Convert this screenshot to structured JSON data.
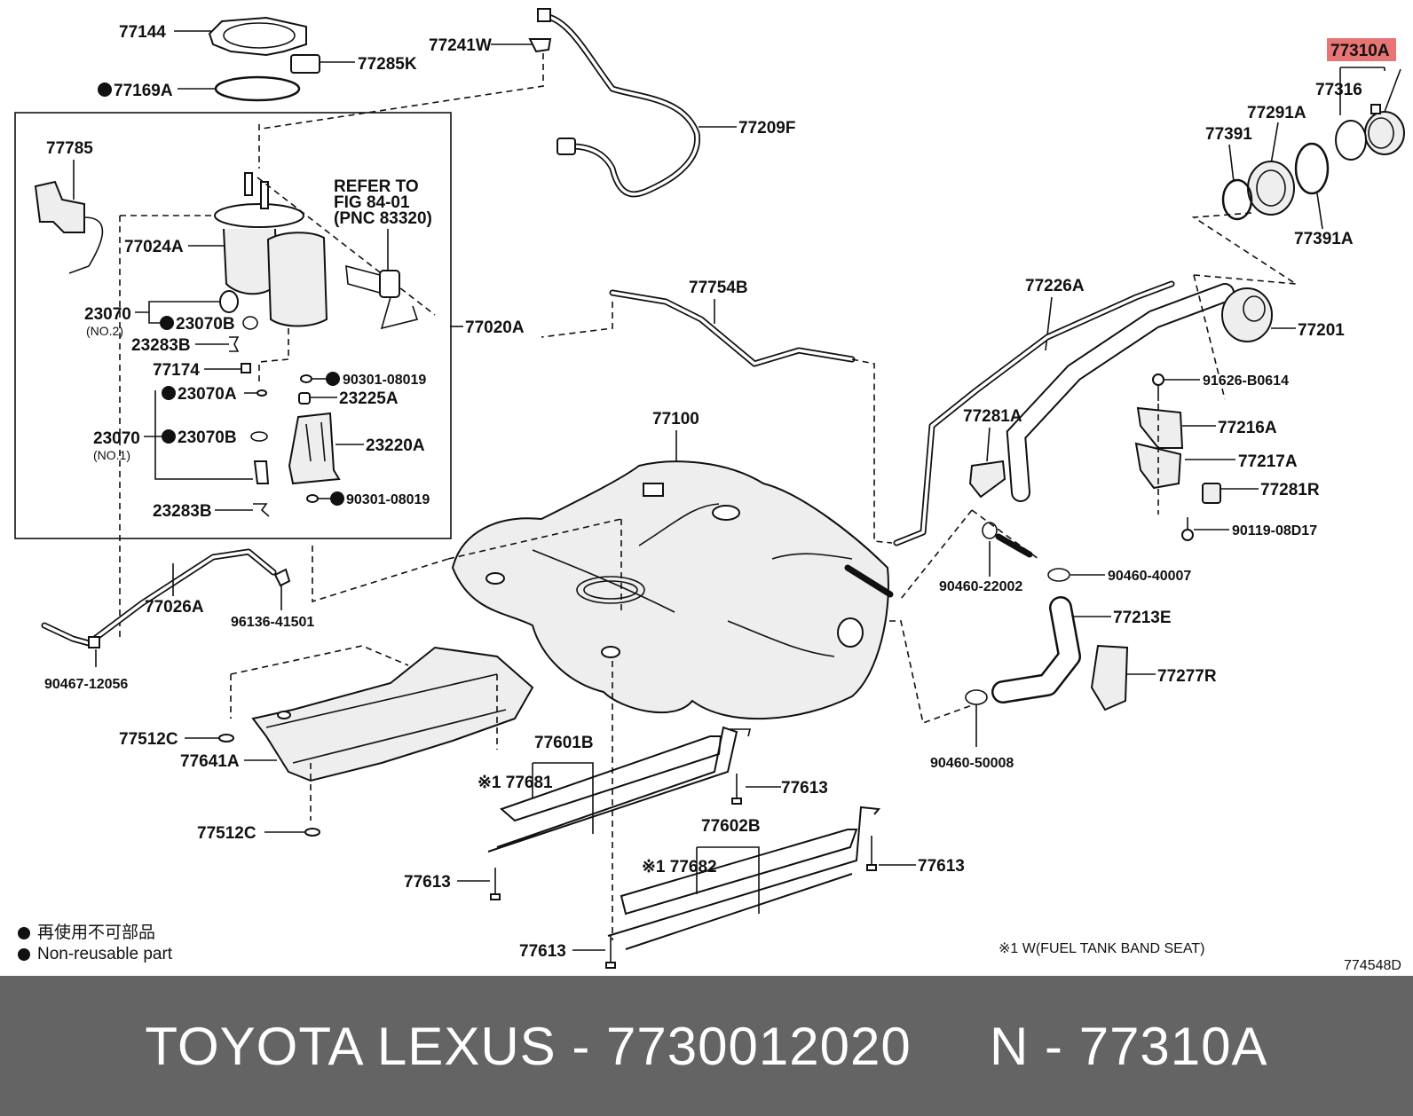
{
  "diagram": {
    "labels": {
      "p77144": "77144",
      "p77285K": "77285K",
      "p77169A": "77169A",
      "p77241W": "77241W",
      "p77209F": "77209F",
      "p77310A": "77310A",
      "p77316": "77316",
      "p77291A": "77291A",
      "p77391": "77391",
      "p77391A": "77391A",
      "p77785": "77785",
      "p77024A": "77024A",
      "refer1": "REFER TO",
      "refer2": "FIG 84-01",
      "refer3": "(PNC 83320)",
      "p77020A": "77020A",
      "p23070_top": "23070",
      "no2": "(NO.2)",
      "p23070B_top": "23070B",
      "p23283B_top": "23283B",
      "p77174": "77174",
      "p90301_top": "90301-08019",
      "p23070A": "23070A",
      "p23225A": "23225A",
      "p23070_bot": "23070",
      "no1": "(NO.1)",
      "p23070B_bot": "23070B",
      "p23220A": "23220A",
      "p23283B_bot": "23283B",
      "p90301_bot": "90301-08019",
      "p77754B": "77754B",
      "p77226A": "77226A",
      "p77201": "77201",
      "p91626": "91626-B0614",
      "p77216A": "77216A",
      "p77217A": "77217A",
      "p77281R": "77281R",
      "p90119": "90119-08D17",
      "p77281A": "77281A",
      "p90460_22002": "90460-22002",
      "p90460_40007": "90460-40007",
      "p77213E": "77213E",
      "p77277R": "77277R",
      "p90460_50008": "90460-50008",
      "p77100": "77100",
      "p77026A": "77026A",
      "p96136": "96136-41501",
      "p90467": "90467-12056",
      "p77512C_top": "77512C",
      "p77641A": "77641A",
      "p77512C_bot": "77512C",
      "p77601B": "77601B",
      "p77681": "※1 77681",
      "p77613_a": "77613",
      "p77602B": "77602B",
      "p77682": "※1 77682",
      "p77613_b": "77613",
      "p77613_c": "77613",
      "p77613_d": "77613",
      "note": "※1   W(FUEL TANK BAND SEAT)",
      "figno": "774548D"
    },
    "highlight_color": "#e87575"
  },
  "legend": {
    "line1": "再使用不可部品",
    "line2": "Non-reusable part"
  },
  "footer": {
    "text": "TOYOTA LEXUS - 7730012020     N - 77310A"
  }
}
